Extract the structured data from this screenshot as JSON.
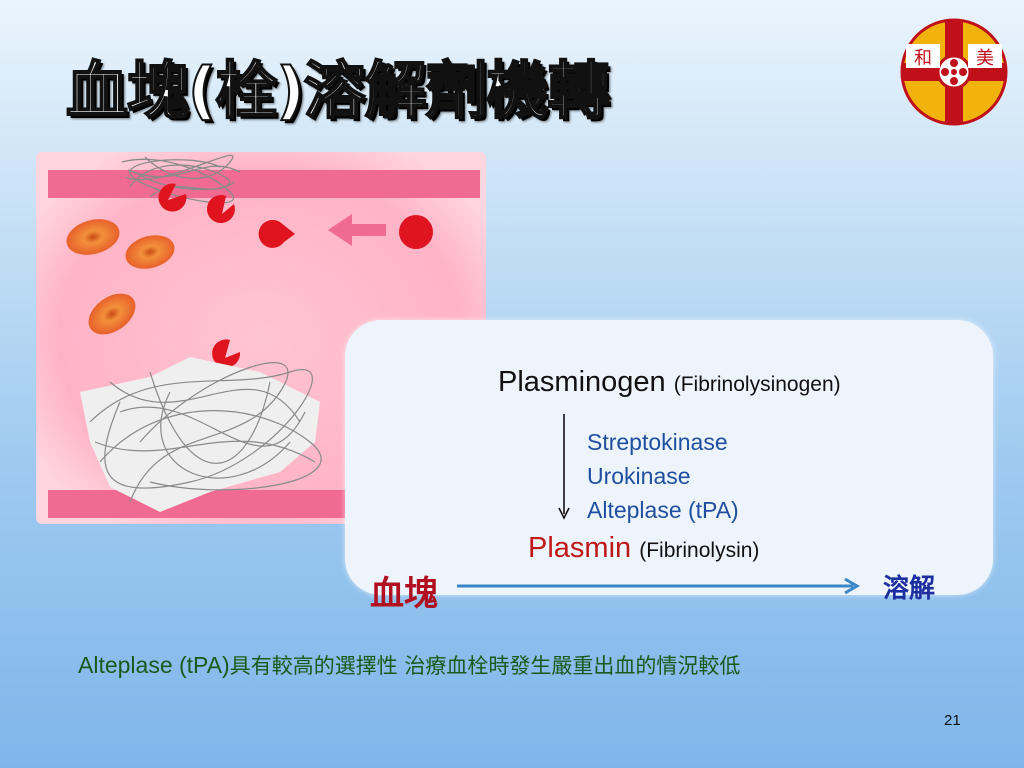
{
  "slide": {
    "title": "血塊(栓)溶解劑機轉",
    "page_number": "21"
  },
  "logo": {
    "left_char": "和",
    "right_char": "美"
  },
  "mechanism": {
    "plasminogen": "Plasminogen",
    "plasminogen_alt": "(Fibrinolysinogen)",
    "activators": [
      "Streptokinase",
      "Urokinase",
      "Alteplase (tPA)"
    ],
    "plasmin": "Plasmin",
    "plasmin_alt": "(Fibrinolysin)",
    "clot": "血塊",
    "lysis": "溶解"
  },
  "caption": {
    "prefix": "Alteplase (tPA)",
    "text": "具有較高的選擇性  治療血栓時發生嚴重出血的情況較低"
  },
  "colors": {
    "title_fill": "#ffffff",
    "activator_text": "#1f4fa0",
    "plasmin_text": "#c01818",
    "clot_text": "#b01020",
    "lysis_text": "#1d2fa0",
    "caption_text": "#1a5a1a",
    "vessel_wall": "#f06a92",
    "red_cell": "#e8602a",
    "plasmin_mark": "#e0141e"
  }
}
